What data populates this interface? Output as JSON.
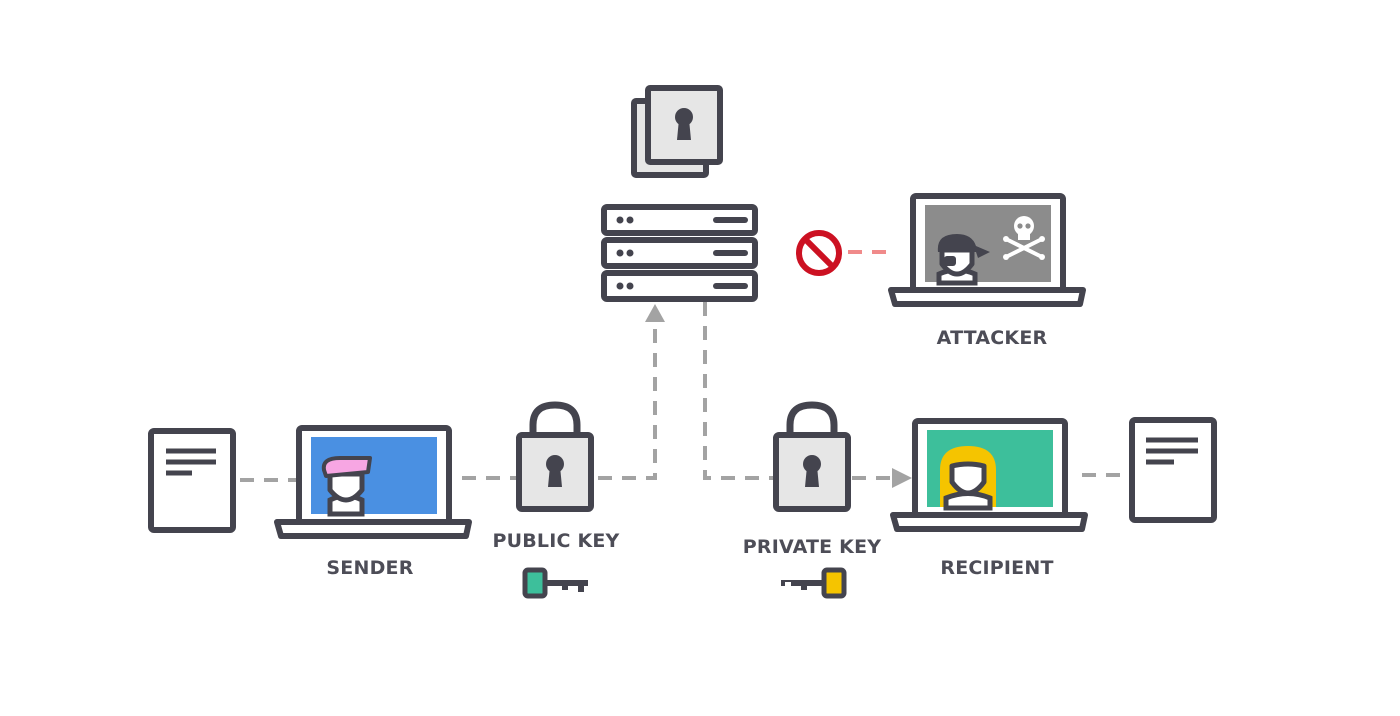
{
  "labels": {
    "sender": "SENDER",
    "public_key": "PUBLIC KEY",
    "private_key": "PRIVATE KEY",
    "recipient": "RECIPIENT",
    "attacker": "ATTACKER"
  },
  "colors": {
    "outline": "#44444e",
    "sender_screen": "#4a90e2",
    "recipient_screen": "#3dbf9b",
    "attacker_screen": "#8c8c8c",
    "sender_hair": "#f7a6e3",
    "recipient_hair": "#f5c400",
    "public_key_accent": "#3dbf9b",
    "private_key_accent": "#f5c400",
    "blocked_icon": "#cc1122",
    "blocked_connector": "#f08a8a",
    "connector": "#a3a3a3"
  },
  "icons": [
    "document-icon",
    "laptop-icon",
    "padlock-icon",
    "key-icon",
    "server-icon",
    "stacked-locked-documents-icon",
    "no-entry-icon",
    "skull-crossbones-icon"
  ]
}
